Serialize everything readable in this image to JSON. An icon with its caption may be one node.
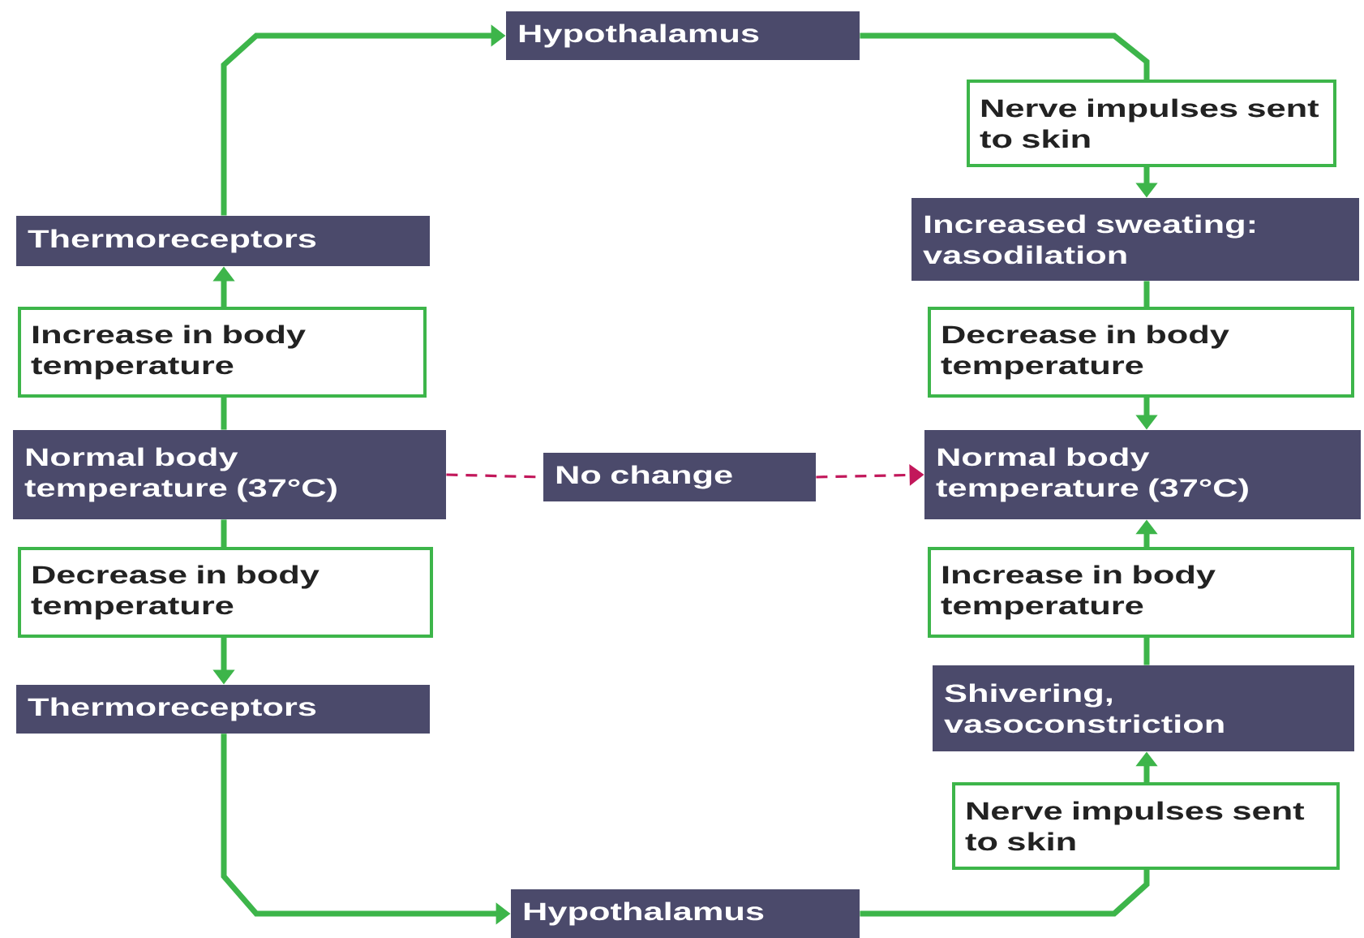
{
  "diagram": {
    "nodes": [
      {
        "text": [
          "Hypothalamus"
        ]
      },
      {
        "text": [
          "Nerve impulses sent to skin"
        ]
      },
      {
        "text": [
          "Thermoreceptors"
        ]
      },
      {
        "text": [
          "Increased sweating: vasodilation"
        ]
      },
      {
        "text": [
          "Increase in body temperature"
        ]
      },
      {
        "text": [
          "Decrease in body temperature"
        ]
      },
      {
        "text": [
          "Normal body temperature (37°C)"
        ]
      },
      {
        "text": [
          "No change"
        ]
      },
      {
        "text": [
          "Normal body temperature (37°C)"
        ]
      },
      {
        "text": [
          "Decrease in body temperature"
        ]
      },
      {
        "text": [
          "Increase in body temperature"
        ]
      },
      {
        "text": [
          "Thermoreceptors"
        ]
      },
      {
        "text": [
          "Shivering, vasoconstriction"
        ]
      },
      {
        "text": [
          "Nerve impulses sent to skin"
        ]
      },
      {
        "text": [
          "Hypothalamus"
        ]
      }
    ],
    "edges": [
      {
        "from": 6,
        "to": 4,
        "arrow": "none"
      },
      {
        "from": 4,
        "to": 2,
        "arrow": "to"
      },
      {
        "from": 2,
        "to": 0,
        "arrow": "to"
      },
      {
        "from": 0,
        "to": 1,
        "arrow": "none"
      },
      {
        "from": 1,
        "to": 3,
        "arrow": "to"
      },
      {
        "from": 3,
        "to": 5,
        "arrow": "none"
      },
      {
        "from": 5,
        "to": 8,
        "arrow": "to"
      },
      {
        "from": 6,
        "to": 7,
        "arrow": "none",
        "style": "dashed",
        "color": "#c2185b"
      },
      {
        "from": 7,
        "to": 8,
        "arrow": "to",
        "style": "dashed",
        "color": "#c2185b"
      },
      {
        "from": 6,
        "to": 9,
        "arrow": "none"
      },
      {
        "from": 9,
        "to": 11,
        "arrow": "to"
      },
      {
        "from": 11,
        "to": 14,
        "arrow": "to"
      },
      {
        "from": 14,
        "to": 13,
        "arrow": "none"
      },
      {
        "from": 13,
        "to": 12,
        "arrow": "to"
      },
      {
        "from": 12,
        "to": 10,
        "arrow": "none"
      },
      {
        "from": 10,
        "to": 8,
        "arrow": "to"
      }
    ]
  }
}
